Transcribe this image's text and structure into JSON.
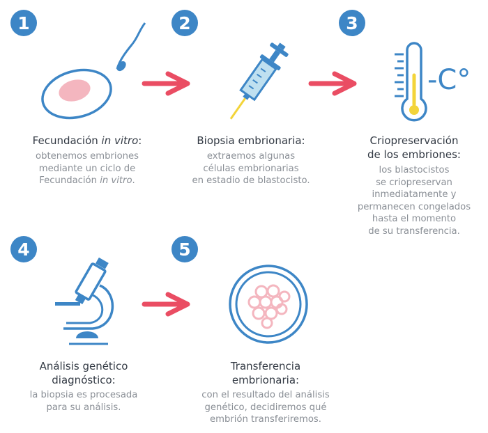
{
  "steps": [
    {
      "number": "1",
      "title_parts": [
        "Fecundación ",
        "in vitro",
        ":"
      ],
      "desc_lines": [
        [
          "obtenemos embriones"
        ],
        [
          "mediante un ciclo de"
        ],
        [
          "Fecundación ",
          "in vitro",
          "."
        ]
      ],
      "icon": "egg-sperm-icon"
    },
    {
      "number": "2",
      "title_lines": [
        "Biopsia embrionaria:"
      ],
      "desc_lines": [
        "extraemos algunas",
        "células embrionarias",
        "en estadio de blastocisto."
      ],
      "icon": "syringe-icon"
    },
    {
      "number": "3",
      "title_lines": [
        "Criopreservación",
        "de los embriones:"
      ],
      "desc_lines": [
        "los blastocistos",
        "se criopreservan",
        "inmediatamente y",
        "permanecen congelados",
        "hasta el momento",
        "de su transferencia."
      ],
      "icon": "thermometer-icon",
      "icon_label": "-C°"
    },
    {
      "number": "4",
      "title_lines": [
        "Análisis genético",
        "diagnóstico:"
      ],
      "desc_lines": [
        "la biopsia es procesada",
        "para su análisis."
      ],
      "icon": "microscope-icon"
    },
    {
      "number": "5",
      "title_lines": [
        "Transferencia",
        "embrionaria:"
      ],
      "desc_lines": [
        "con el resultado del análisis",
        "genético, decidiremos qué",
        "embrión transferiremos."
      ],
      "icon": "embryo-dish-icon"
    }
  ],
  "colors": {
    "badge": "#3d86c6",
    "icon_stroke": "#3d86c6",
    "arrow": "#ea4d63",
    "accent_pink": "#f4b6bf",
    "accent_yellow": "#f3d43a",
    "title_text": "#333a44",
    "desc_text": "#8a8f96"
  }
}
